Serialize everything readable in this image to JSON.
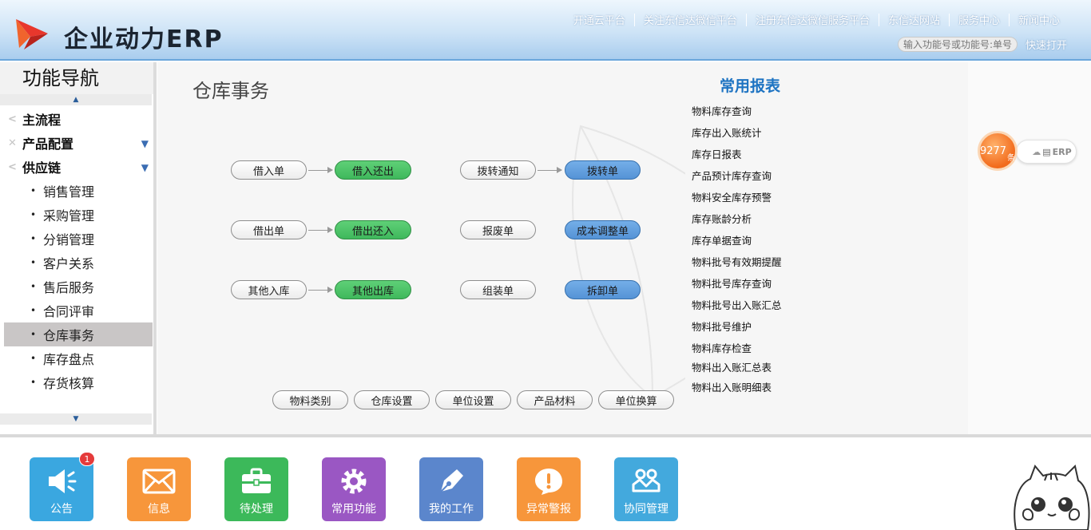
{
  "header": {
    "app_title": "企业动力ERP",
    "links": [
      "开通云平台",
      "关注东信达微信平台",
      "注册东信达微信服务平台",
      "东信达网站",
      "服务中心",
      "新闻中心"
    ],
    "quick_placeholder": "输入功能号或功能号:单号",
    "quick_open": "快速打开"
  },
  "sidebar": {
    "title": "功能导航",
    "top_items": [
      {
        "label": "主流程",
        "icon": "share-icon"
      },
      {
        "label": "产品配置",
        "icon": "tools-icon"
      },
      {
        "label": "供应链",
        "icon": "share-icon"
      }
    ],
    "sub_items": [
      "销售管理",
      "采购管理",
      "分销管理",
      "客户关系",
      "售后服务",
      "合同评审",
      "仓库事务",
      "库存盘点",
      "存货核算"
    ],
    "active": "仓库事务",
    "scroll_up": "▲",
    "scroll_down": "▼"
  },
  "main": {
    "title": "仓库事务",
    "flows": {
      "borrow_in": "借入单",
      "borrow_return_out": "借入还出",
      "transfer_notice": "拨转通知",
      "transfer_order": "拨转单",
      "borrow_out": "借出单",
      "borrow_return_in": "借出还入",
      "scrap": "报废单",
      "cost_adjust": "成本调整单",
      "other_in": "其他入库",
      "other_out": "其他出库",
      "assembly": "组装单",
      "disassembly": "拆卸单"
    },
    "settings": [
      "物料类别",
      "仓库设置",
      "单位设置",
      "产品材料",
      "单位换算"
    ]
  },
  "reports": {
    "title": "常用报表",
    "items": [
      "物料库存查询",
      "库存出入账统计",
      "库存日报表",
      "产品预计库存查询",
      "物料安全库存预警",
      "库存账龄分析",
      "库存单据查询",
      "物料批号有效期提醒",
      "物料批号库存查询",
      "物料批号出入账汇总",
      "物料批号维护",
      "物料库存检查",
      "物料出入账汇总表",
      "物料出入账明细表"
    ]
  },
  "widget": {
    "count": "9277",
    "unit": "条",
    "label": "ERP"
  },
  "bottom": {
    "tiles": [
      {
        "label": "公告",
        "color": "#3aa7e0",
        "icon": "announcement-icon",
        "badge": "1"
      },
      {
        "label": "信息",
        "color": "#f7963b",
        "icon": "mail-icon"
      },
      {
        "label": "待处理",
        "color": "#3cb95a",
        "icon": "briefcase-icon"
      },
      {
        "label": "常用功能",
        "color": "#9a57c3",
        "icon": "gear-icon"
      },
      {
        "label": "我的工作",
        "color": "#5b86cc",
        "icon": "pen-icon"
      },
      {
        "label": "异常警报",
        "color": "#f7963b",
        "icon": "alert-icon"
      },
      {
        "label": "协同管理",
        "color": "#43a9dd",
        "icon": "collaboration-icon"
      }
    ]
  }
}
